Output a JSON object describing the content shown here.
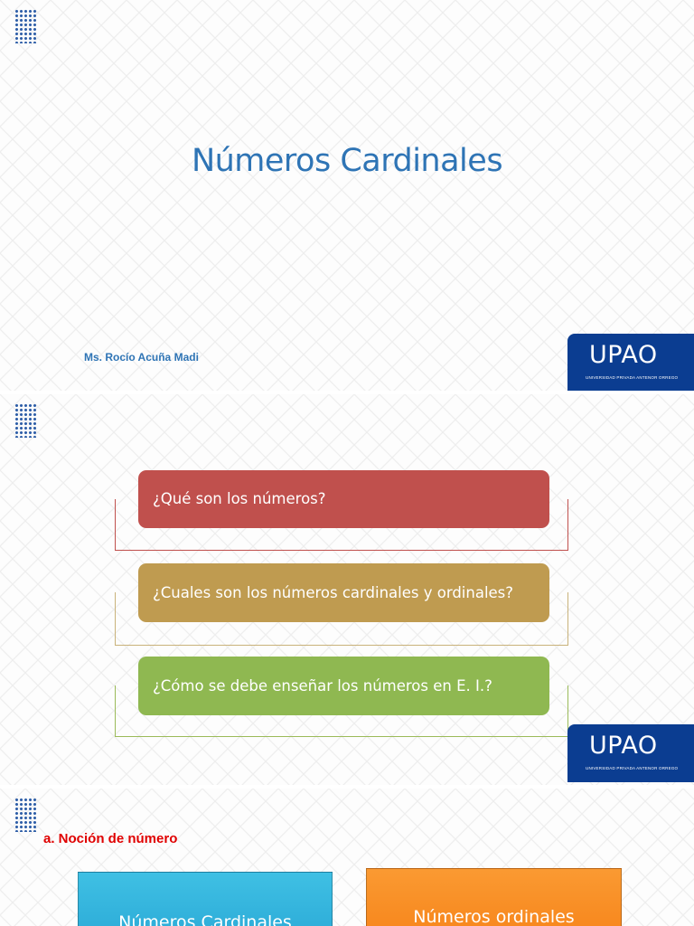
{
  "slide1": {
    "title": "Números Cardinales",
    "author": "Ms. Rocío Acuña Madi",
    "logo": {
      "text": "UPAO",
      "subtext": "UNIVERSIDAD PRIVADA ANTENOR ORREGO"
    }
  },
  "slide2": {
    "questions": [
      "¿Qué son los números?",
      "¿Cuales son los números cardinales y ordinales?",
      "¿Cómo se debe enseñar los números en E. I.?"
    ],
    "logo": {
      "text": "UPAO",
      "subtext": "UNIVERSIDAD PRIVADA ANTENOR ORREGO"
    }
  },
  "slide3": {
    "heading": "a. Noción de número",
    "cards": [
      "Números Cardinales",
      "Números ordinales"
    ]
  },
  "colors": {
    "title_blue": "#2e74b5",
    "upao_blue": "#0b3d91",
    "q1": "#c0504d",
    "q2": "#bf9b50",
    "q3": "#8fb851",
    "heading_red": "#e00000",
    "card_cyan": "#2aa9d6",
    "card_orange": "#f7841a"
  }
}
